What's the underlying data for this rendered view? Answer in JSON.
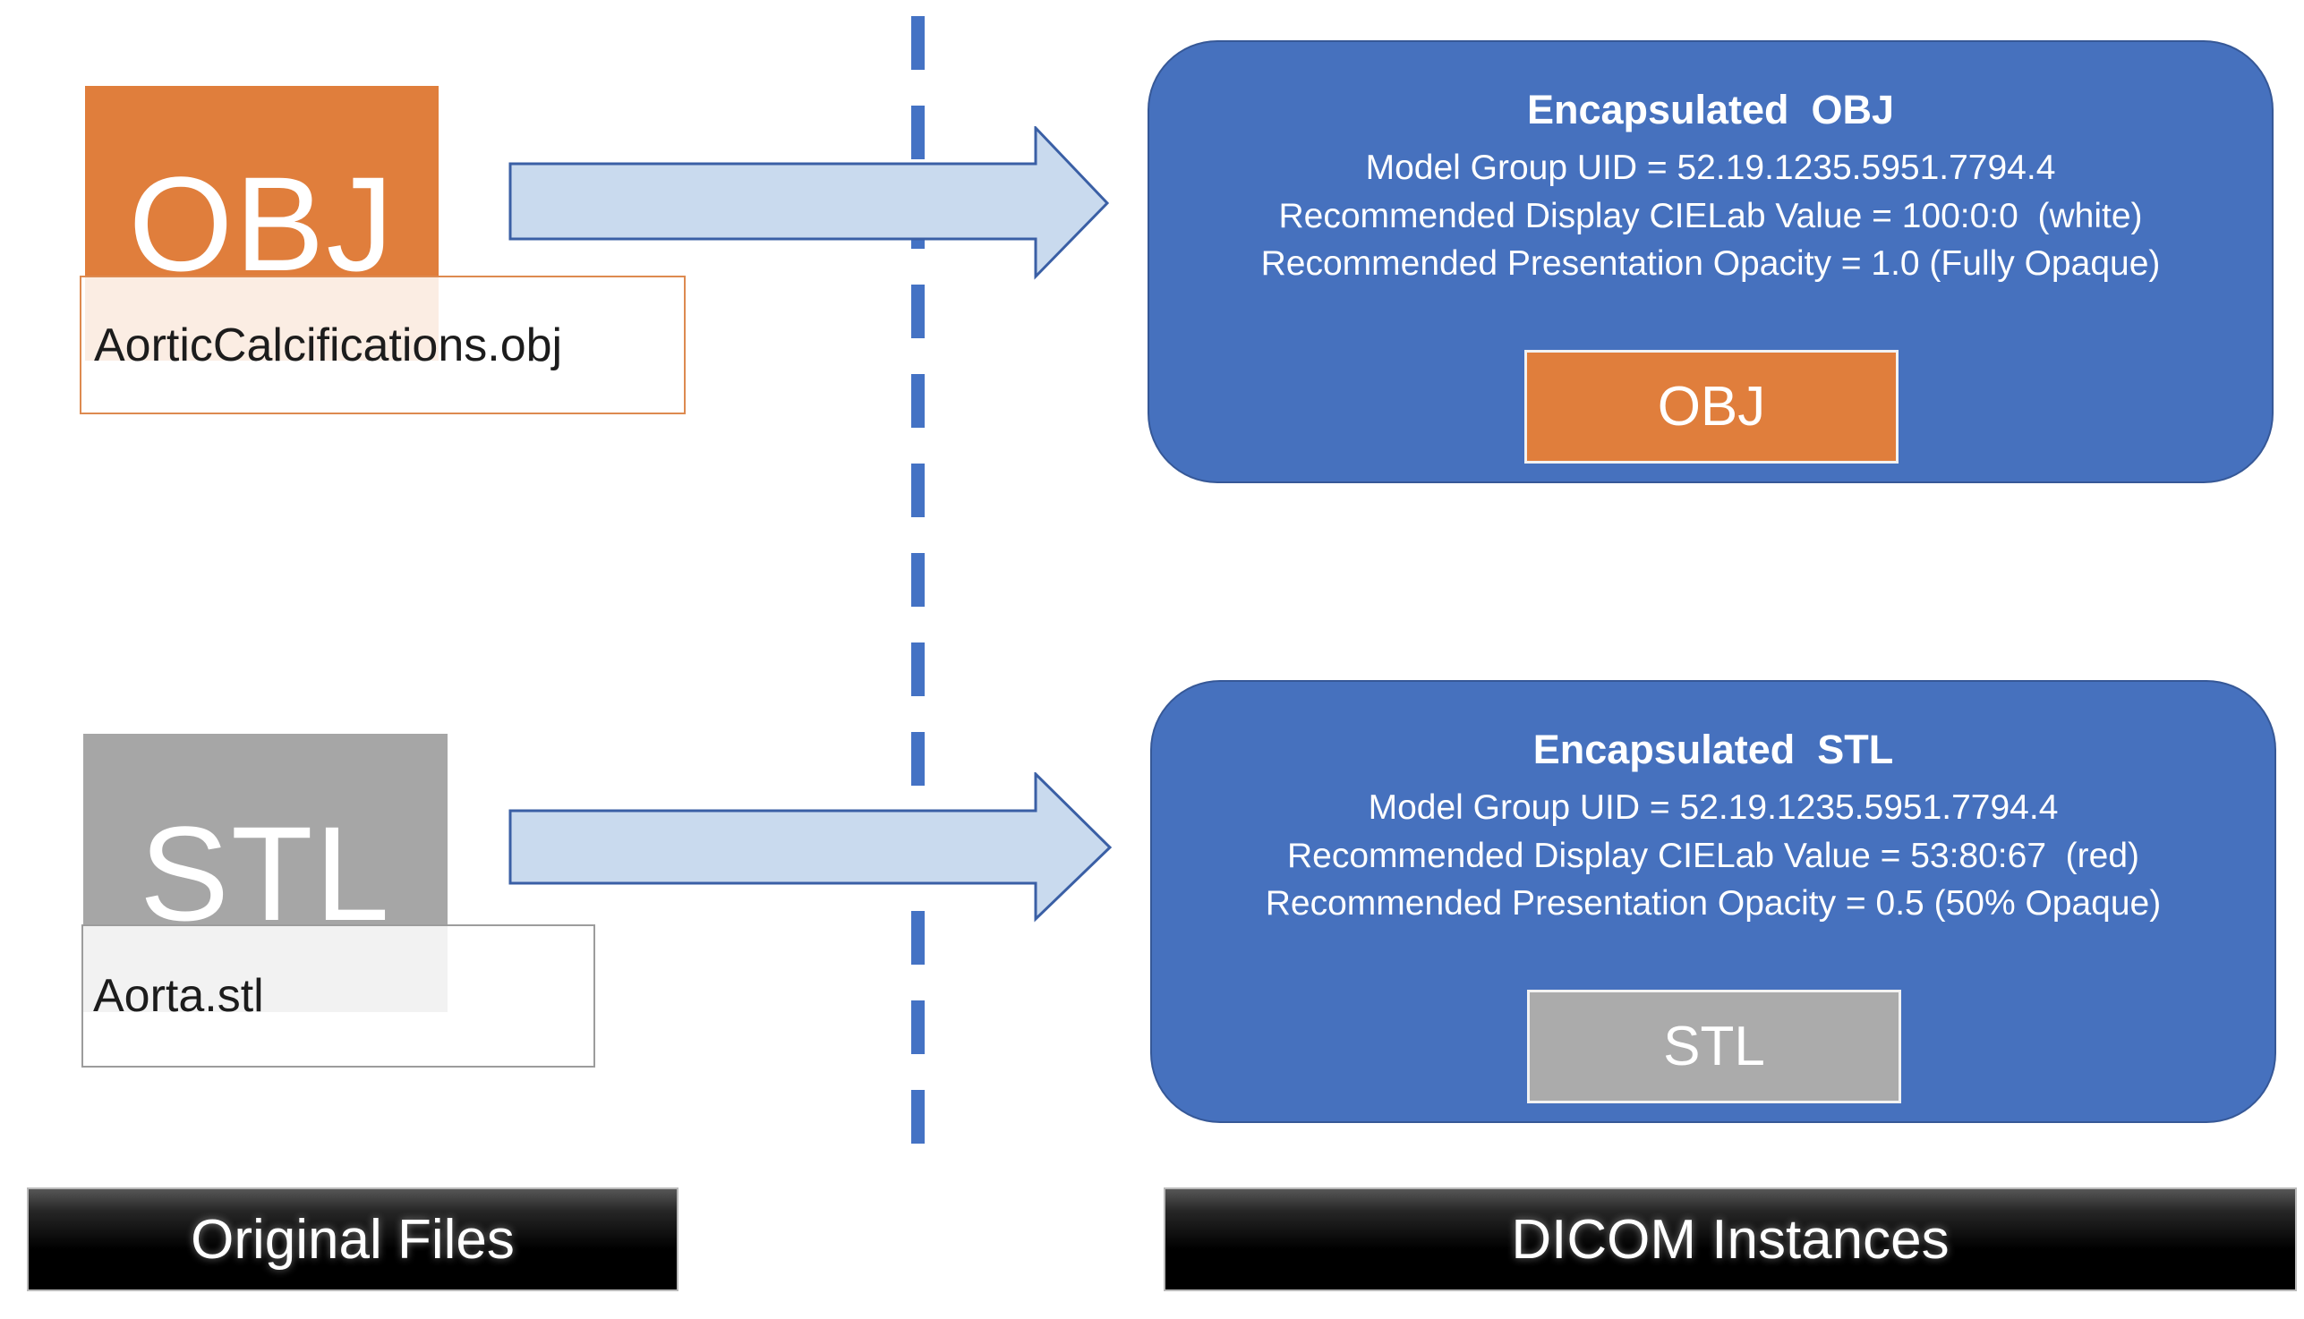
{
  "diagram": {
    "original_files": {
      "obj": {
        "badge": "OBJ",
        "filename": "AorticCalcifications.obj"
      },
      "stl": {
        "badge": "STL",
        "filename": "Aorta.stl"
      },
      "footer_label": "Original Files"
    },
    "dicom_instances": {
      "encapsulated_obj": {
        "title": "Encapsulated  OBJ",
        "uid_line": "Model Group UID = 52.19.1235.5951.7794.4",
        "cielab_line": "Recommended Display CIELab Value = 100:0:0  (white)",
        "opacity_line": "Recommended Presentation Opacity = 1.0 (Fully Opaque)",
        "badge": "OBJ"
      },
      "encapsulated_stl": {
        "title": "Encapsulated  STL",
        "uid_line": "Model Group UID = 52.19.1235.5951.7794.4",
        "cielab_line": "Recommended Display CIELab Value = 53:80:67  (red)",
        "opacity_line": "Recommended Presentation Opacity = 0.5 (50% Opaque)",
        "badge": "STL"
      },
      "footer_label": "DICOM Instances"
    }
  },
  "colors": {
    "orange": "#E07E3C",
    "gray": "#A6A6A6",
    "blue": "#4671BE",
    "arrow_fill": "#C9DAEE",
    "arrow_border": "#3A5FA5",
    "dash": "#4472C4"
  }
}
